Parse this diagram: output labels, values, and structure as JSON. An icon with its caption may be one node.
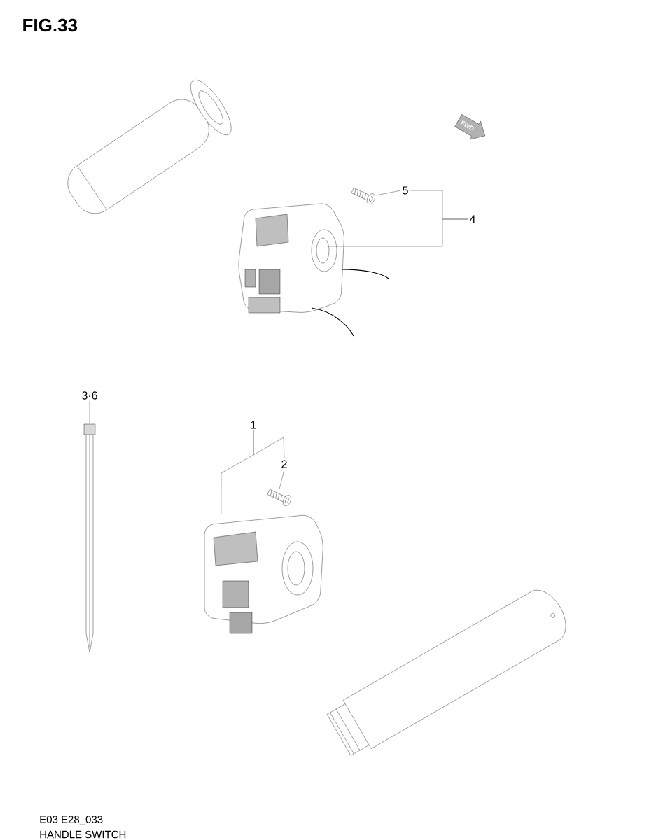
{
  "diagram": {
    "title": "FIG.33",
    "nodes": [
      {
        "text": [
          "5"
        ]
      },
      {
        "text": [
          "4"
        ]
      },
      {
        "text": [
          "3·6"
        ]
      },
      {
        "text": [
          "1"
        ]
      },
      {
        "text": [
          "2"
        ]
      },
      {
        "text": [],
        "shape": "picture"
      },
      {
        "text": [],
        "shape": "picture"
      },
      {
        "text": [],
        "shape": "picture"
      },
      {
        "text": [],
        "shape": "picture"
      },
      {
        "text": [],
        "shape": "picture"
      }
    ],
    "edges": [
      {
        "from": 0,
        "to": 5,
        "arrow": "none"
      },
      {
        "from": 1,
        "to": 0,
        "arrow": "none"
      },
      {
        "from": 1,
        "to": 6,
        "arrow": "none"
      },
      {
        "from": 2,
        "to": 7,
        "arrow": "none"
      },
      {
        "from": 3,
        "to": 8,
        "arrow": "none"
      },
      {
        "from": 3,
        "to": 4,
        "arrow": "none"
      },
      {
        "from": 4,
        "to": 9,
        "arrow": "none"
      }
    ],
    "labels": [
      "FWD",
      "E03 E28_033",
      "HANDLE SWITCH"
    ]
  }
}
